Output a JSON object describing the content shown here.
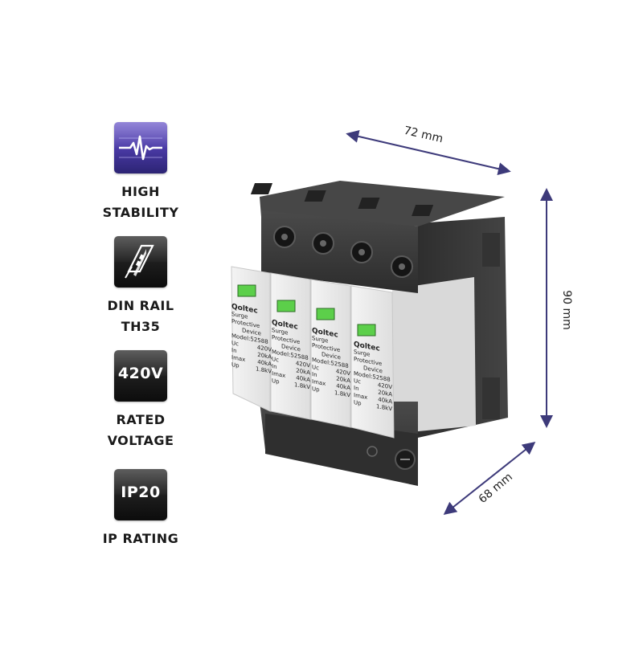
{
  "features": [
    {
      "icon": "heartbeat-icon",
      "label_line1": "HIGH",
      "label_line2": "STABILITY",
      "tile_text": ""
    },
    {
      "icon": "din-rail-icon",
      "label_line1": "DIN RAIL",
      "label_line2": "TH35",
      "tile_text": ""
    },
    {
      "icon": "voltage-badge",
      "label_line1": "RATED",
      "label_line2": "VOLTAGE",
      "tile_text": "420V"
    },
    {
      "icon": "ip-rating-badge",
      "label_line1": "IP RATING",
      "label_line2": "",
      "tile_text": "IP20"
    }
  ],
  "dimensions": {
    "width": "72 mm",
    "height": "90 mm",
    "depth": "68 mm"
  },
  "device": {
    "brand": "Qoltec",
    "line1": "Surge Protective",
    "line2": "Device",
    "model": "Model:52588",
    "uc_label": "Uc",
    "uc_value": "420V",
    "in_label": "In",
    "in_value": "20kA",
    "imax_label": "Imax",
    "imax_value": "40kA",
    "up_label": "Up",
    "up_value": "1.8kV"
  },
  "colors": {
    "accent_purple": "#4a3aa6",
    "dimension_line": "#3d3a7a",
    "device_body": "#3a3a3a",
    "module_face": "#ececec",
    "indicator_green": "#5ccf4a"
  }
}
